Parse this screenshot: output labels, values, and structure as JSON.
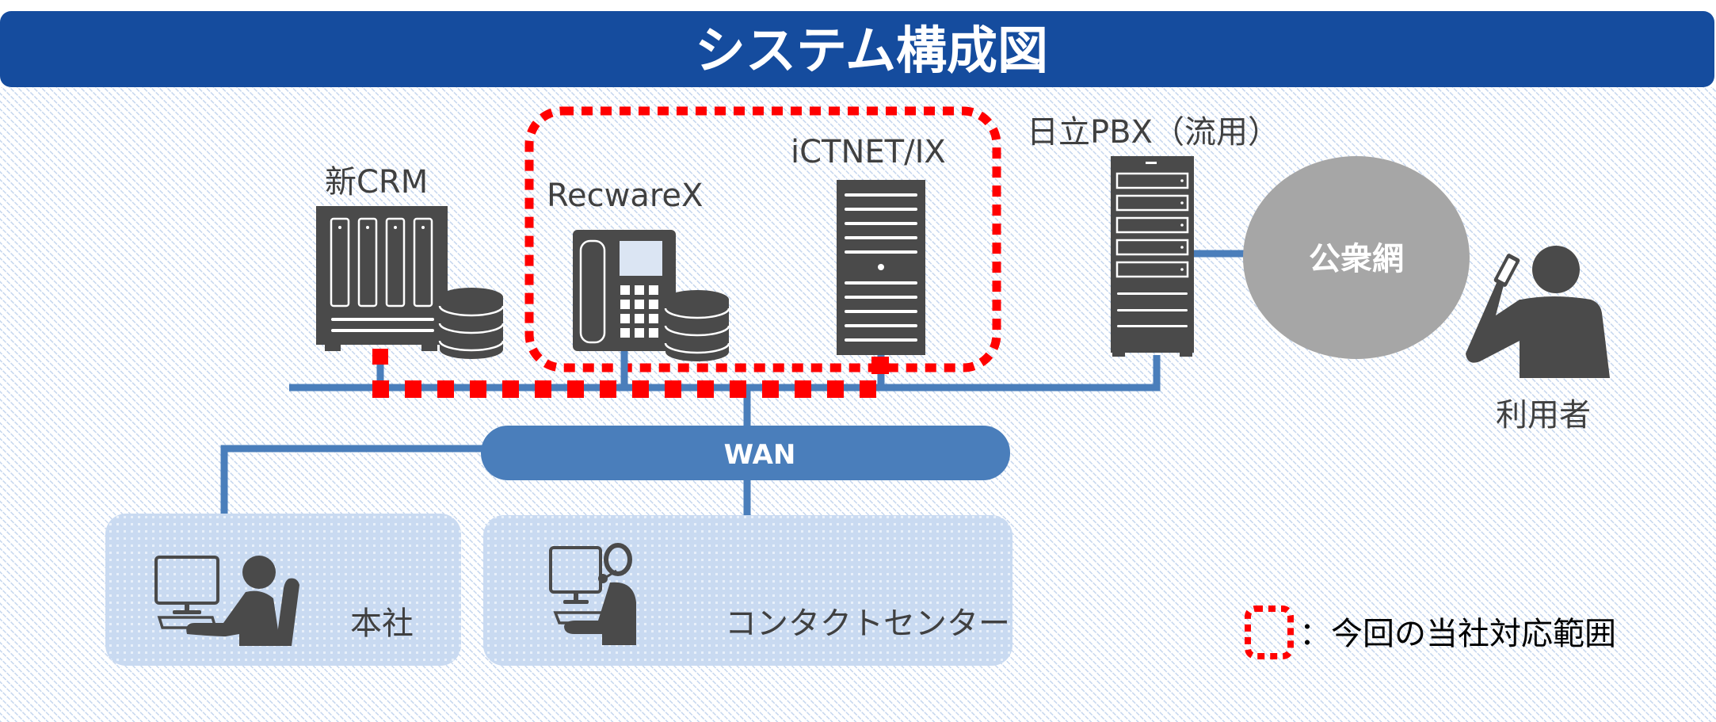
{
  "header": {
    "title": "システム構成図"
  },
  "nodes": {
    "crm": {
      "label": "新CRM",
      "icon": "server-with-database-icon"
    },
    "recware": {
      "label": "RecwareX",
      "icon": "ip-phone-with-database-icon"
    },
    "ictnet": {
      "label": "iCTNET/IX",
      "icon": "tower-server-icon"
    },
    "pbx": {
      "label": "日立PBX（流用）",
      "icon": "rack-server-icon"
    },
    "public_network": {
      "label": "公衆網",
      "icon": "cloud-circle-icon"
    },
    "user": {
      "label": "利用者",
      "icon": "person-on-phone-icon"
    },
    "wan": {
      "label": "WAN"
    },
    "hq": {
      "label": "本社",
      "icon": "office-worker-icon"
    },
    "contact_center": {
      "label": "コンタクトセンター",
      "icon": "operator-headset-icon"
    }
  },
  "legend": {
    "text": "：今回の当社対応範囲",
    "icon": "red-dotted-box-icon"
  },
  "colors": {
    "header": "#154c9e",
    "network_line": "#4a7ebb",
    "scope_red": "#ff0000",
    "icon_dark": "#4a4a4a",
    "public_network": "#a6a6a6",
    "site_box": "#c9daf1"
  }
}
